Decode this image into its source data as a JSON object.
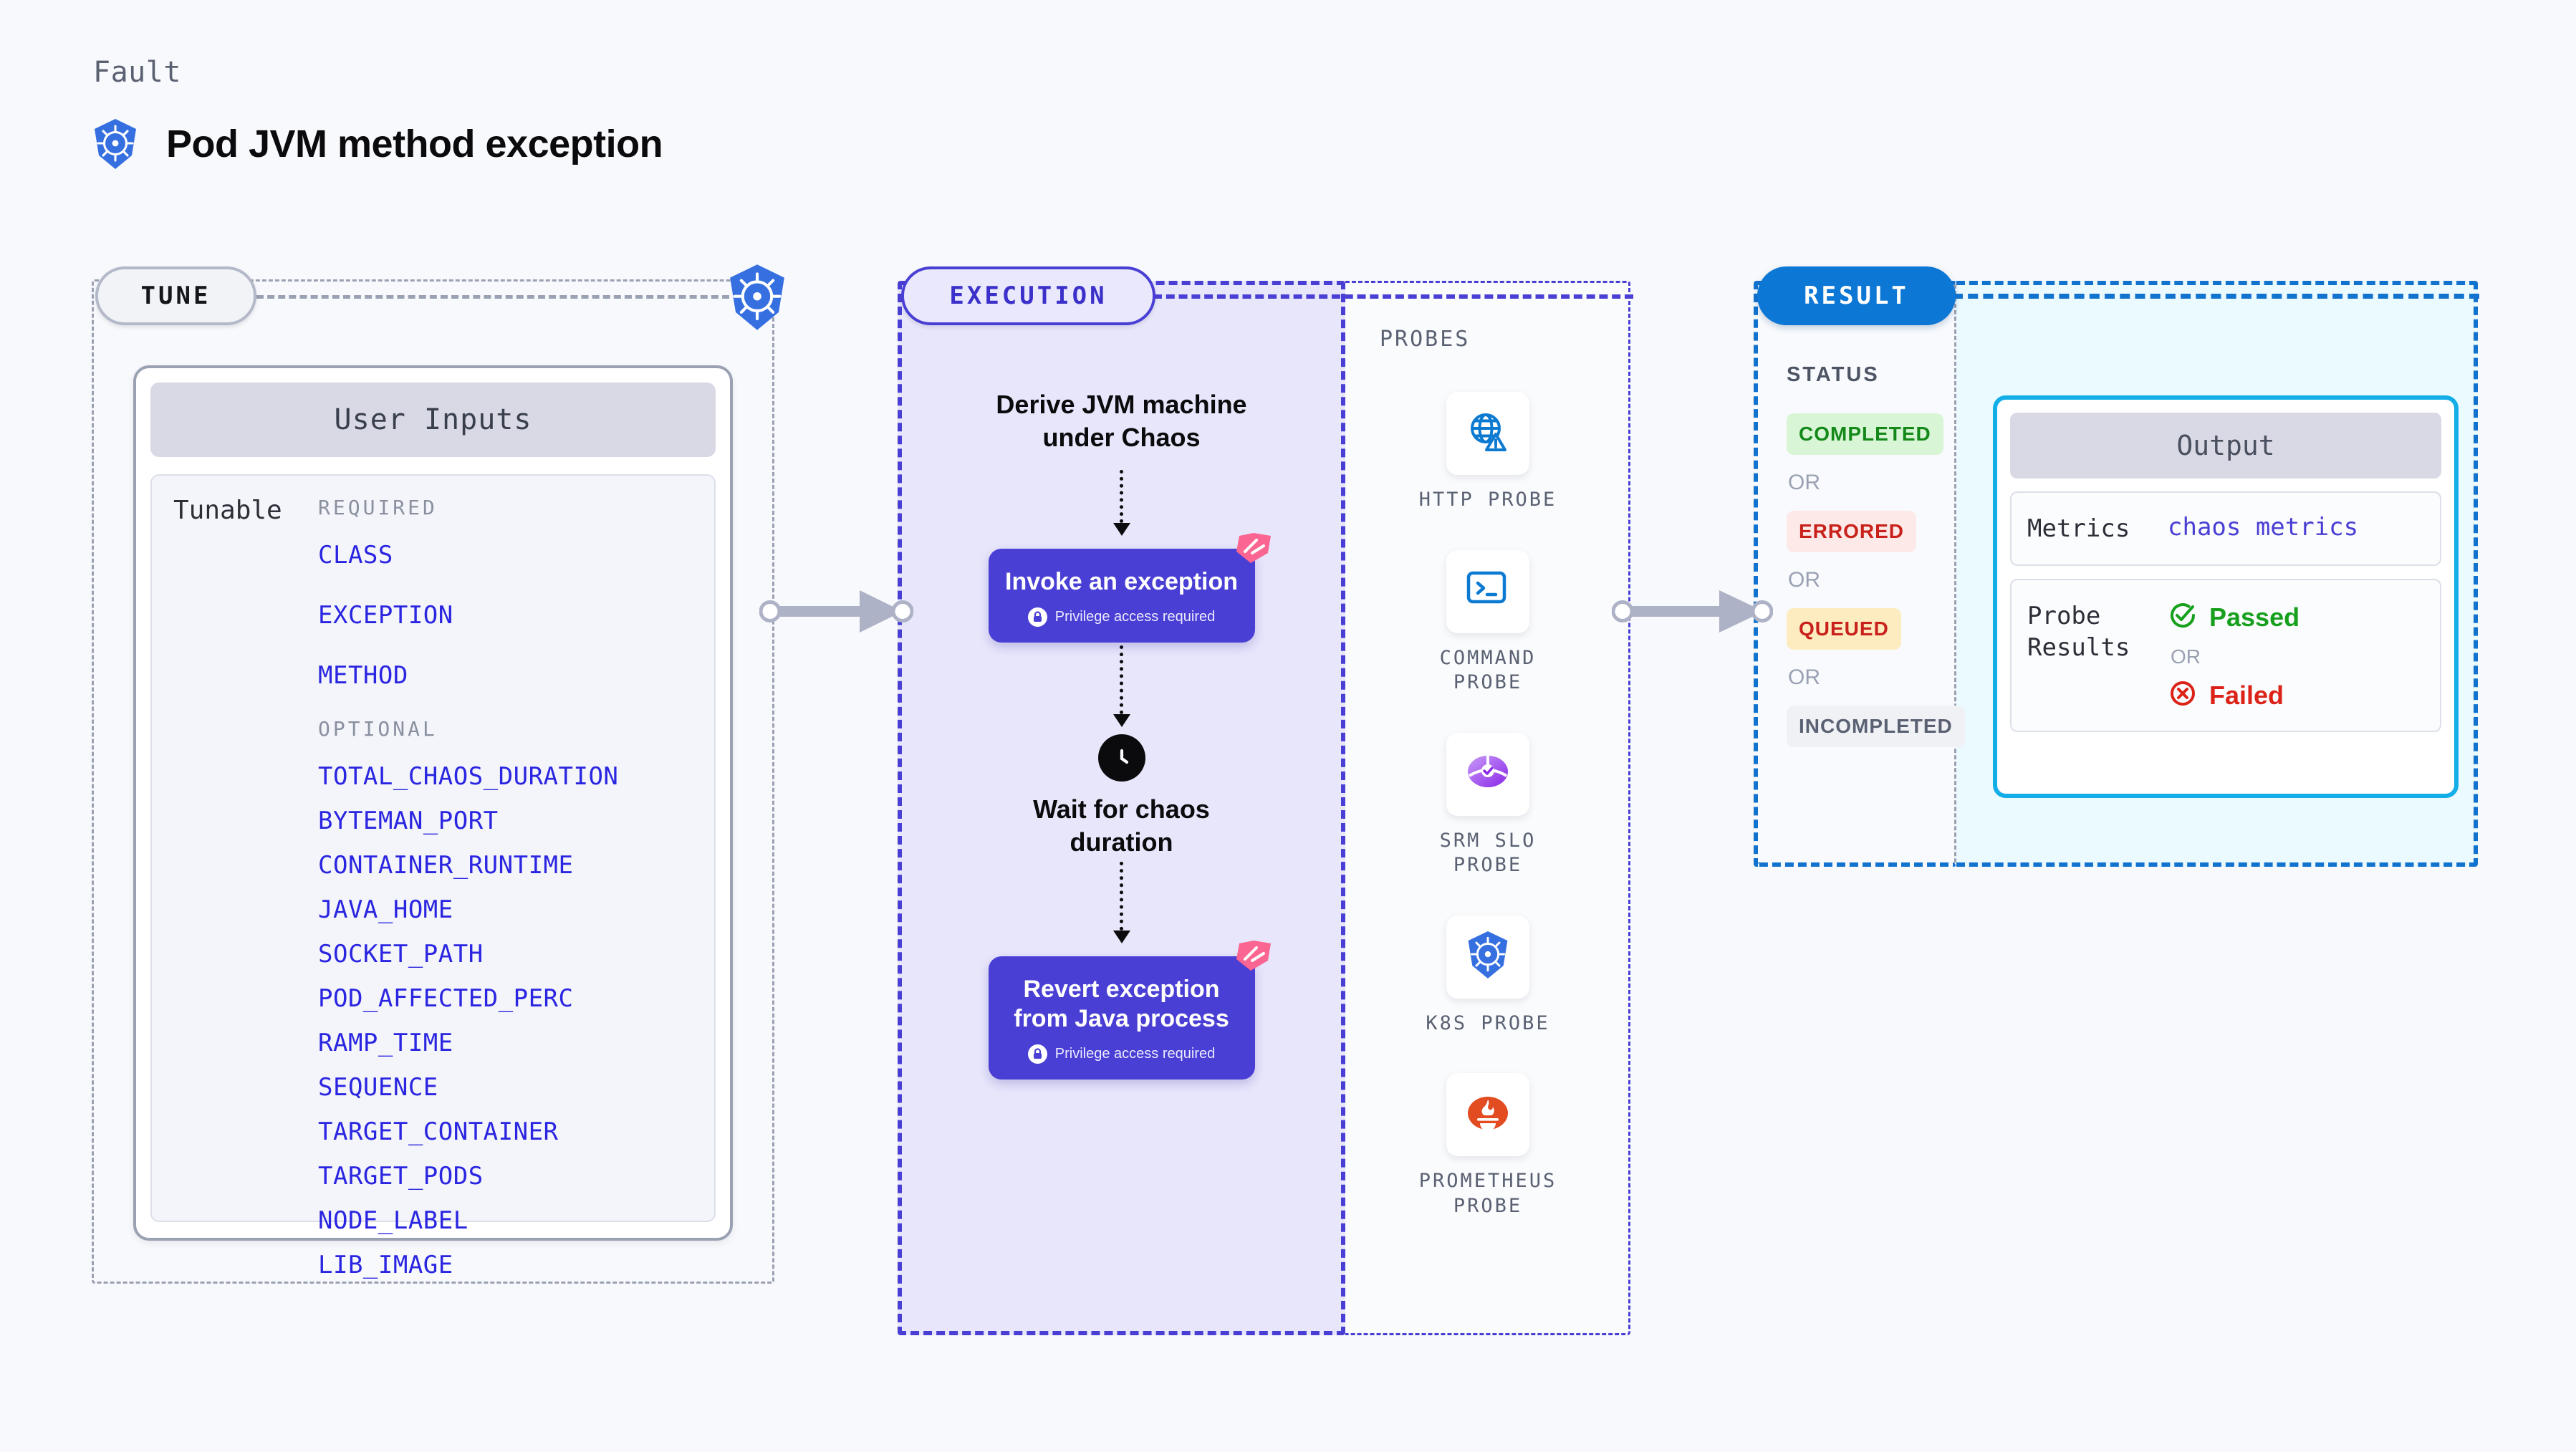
{
  "header": {
    "eyebrow": "Fault",
    "title": "Pod JVM method exception",
    "logo_icon": "kubernetes-icon"
  },
  "stages": {
    "tune": {
      "label": "TUNE"
    },
    "execution": {
      "label": "EXECUTION"
    },
    "result": {
      "label": "RESULT"
    },
    "probes": {
      "label": "PROBES"
    }
  },
  "tune": {
    "card_title": "User Inputs",
    "tunable_label": "Tunable",
    "required_title": "REQUIRED",
    "required": [
      "CLASS",
      "EXCEPTION",
      "METHOD"
    ],
    "optional_title": "OPTIONAL",
    "optional": [
      "TOTAL_CHAOS_DURATION",
      "BYTEMAN_PORT",
      "CONTAINER_RUNTIME",
      "JAVA_HOME",
      "SOCKET_PATH",
      "POD_AFFECTED_PERC",
      "RAMP_TIME",
      "SEQUENCE",
      "TARGET_CONTAINER",
      "TARGET_PODS",
      "NODE_LABEL",
      "LIB_IMAGE"
    ]
  },
  "execution": {
    "step_label": "Derive JVM machine\nunder Chaos",
    "nodes": [
      {
        "title": "Invoke an exception",
        "subtitle": "Privilege access required",
        "icon": "lock-icon",
        "flag_icon": "harness-logo-icon"
      },
      {
        "title": "Wait for chaos\nduration",
        "icon": "clock-icon"
      },
      {
        "title": "Revert exception\nfrom Java process",
        "subtitle": "Privilege access required",
        "icon": "lock-icon",
        "flag_icon": "harness-logo-icon"
      }
    ]
  },
  "probes": [
    {
      "name": "HTTP PROBE",
      "icon": "globe-warning-icon"
    },
    {
      "name": "COMMAND PROBE",
      "icon": "terminal-prompt-icon"
    },
    {
      "name": "SRM SLO PROBE",
      "icon": "srm-slo-gauge-icon"
    },
    {
      "name": "K8S PROBE",
      "icon": "kubernetes-icon"
    },
    {
      "name": "PROMETHEUS PROBE",
      "icon": "prometheus-icon"
    }
  ],
  "result": {
    "status_title": "STATUS",
    "or_text": "OR",
    "statuses": [
      {
        "label": "COMPLETED",
        "bg": "#d8f5d5",
        "fg": "#14891a"
      },
      {
        "label": "ERRORED",
        "bg": "#fdeae8",
        "fg": "#c8211b"
      },
      {
        "label": "QUEUED",
        "bg": "#fdecbf",
        "fg": "#c8211b"
      },
      {
        "label": "INCOMPLETED",
        "bg": "#f0f1f5",
        "fg": "#5a6172"
      }
    ]
  },
  "output": {
    "card_title": "Output",
    "metrics_key": "Metrics",
    "metrics_value": "chaos metrics",
    "probe_key": "Probe\nResults",
    "probe_pass": "Passed",
    "probe_fail": "Failed",
    "or_text": "OR",
    "pass_icon": "check-circle-icon",
    "fail_icon": "x-circle-icon"
  },
  "colors": {
    "accent_purple": "#4a3fd4",
    "accent_blue": "#1273cf",
    "accent_cyan": "#13aee8",
    "k8s_blue": "#3670e0",
    "harness_pink": "#fb6591",
    "param_blue": "#2a25e0",
    "gray_dash": "#9aa1b2",
    "page_bg": "#f8f9fc"
  }
}
